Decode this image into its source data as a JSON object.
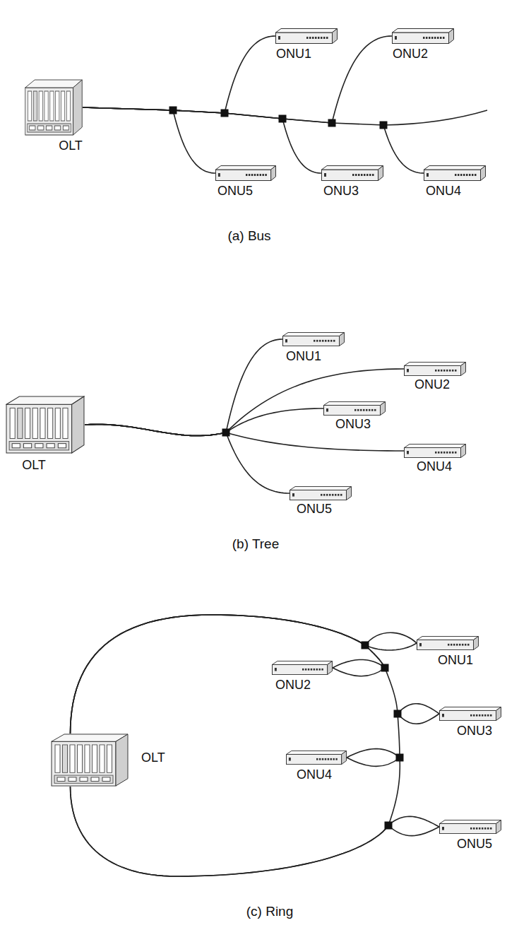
{
  "diagram": {
    "nodes": [
      {
        "text": [
          "OLT"
        ]
      },
      {
        "text": [
          "ONU1"
        ]
      },
      {
        "text": [
          "ONU2"
        ]
      },
      {
        "text": [
          "ONU5"
        ]
      },
      {
        "text": [
          "ONU3"
        ]
      },
      {
        "text": [
          "ONU4"
        ]
      },
      {
        "text": [
          "OLT"
        ]
      },
      {
        "text": [
          "ONU1"
        ]
      },
      {
        "text": [
          "ONU2"
        ]
      },
      {
        "text": [
          "ONU3"
        ]
      },
      {
        "text": [
          "ONU4"
        ]
      },
      {
        "text": [
          "ONU5"
        ]
      },
      {
        "text": [
          "OLT"
        ]
      },
      {
        "text": [
          "ONU1"
        ]
      },
      {
        "text": [
          "ONU2"
        ]
      },
      {
        "text": [
          "ONU3"
        ]
      },
      {
        "text": [
          "ONU4"
        ]
      },
      {
        "text": [
          "ONU5"
        ]
      }
    ],
    "edges": [
      {
        "from": 0,
        "to": 1,
        "arrow": "none"
      },
      {
        "from": 0,
        "to": 2,
        "arrow": "none"
      },
      {
        "from": 0,
        "to": 3,
        "arrow": "none"
      },
      {
        "from": 0,
        "to": 4,
        "arrow": "none"
      },
      {
        "from": 0,
        "to": 5,
        "arrow": "none"
      },
      {
        "from": 6,
        "to": 7,
        "arrow": "none"
      },
      {
        "from": 6,
        "to": 8,
        "arrow": "none"
      },
      {
        "from": 6,
        "to": 9,
        "arrow": "none"
      },
      {
        "from": 6,
        "to": 10,
        "arrow": "none"
      },
      {
        "from": 6,
        "to": 11,
        "arrow": "none"
      },
      {
        "from": 12,
        "to": 13,
        "arrow": "none"
      },
      {
        "from": 12,
        "to": 14,
        "arrow": "none"
      },
      {
        "from": 12,
        "to": 15,
        "arrow": "none"
      },
      {
        "from": 12,
        "to": 16,
        "arrow": "none"
      },
      {
        "from": 12,
        "to": 17,
        "arrow": "none"
      }
    ],
    "labels": [
      "(a) Bus",
      "(b) Tree",
      "(c) Ring"
    ]
  }
}
